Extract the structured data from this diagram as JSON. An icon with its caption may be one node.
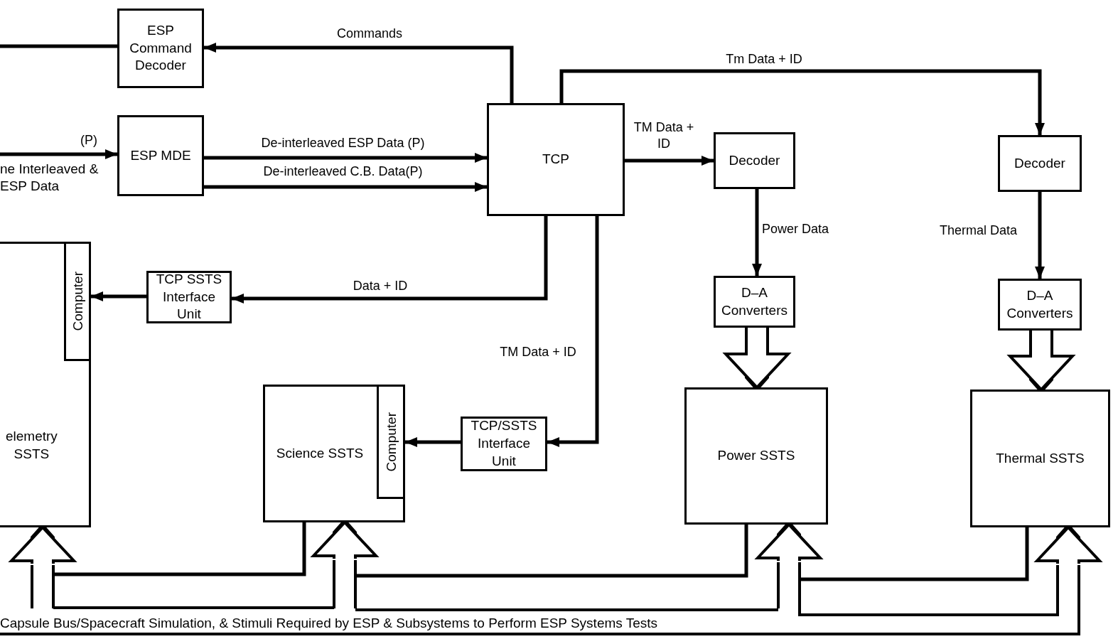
{
  "diagram": {
    "nodes": [
      {
        "text": [
          "ESP Command Decoder"
        ]
      },
      {
        "text": [
          "ESP MDE"
        ]
      },
      {
        "text": [
          "TCP"
        ]
      },
      {
        "text": [
          "Decoder"
        ]
      },
      {
        "text": [
          "Decoder"
        ]
      },
      {
        "text": [
          "elemetry SSTS"
        ]
      },
      {
        "text": [
          "Computer"
        ],
        "in": 5
      },
      {
        "text": [
          "TCP SSTS Interface Unit"
        ]
      },
      {
        "text": [
          "D–A Converters"
        ]
      },
      {
        "text": [
          "D–A Converters"
        ]
      },
      {
        "text": [
          "Science SSTS"
        ]
      },
      {
        "text": [
          "Computer"
        ],
        "in": 10
      },
      {
        "text": [
          "TCP/SSTS Interface Unit"
        ]
      },
      {
        "text": [
          "Power SSTS"
        ]
      },
      {
        "text": [
          "Thermal SSTS"
        ]
      },
      {
        "text": [
          "Capsule Bus/Spacecraft Simulation, & Stimuli Required by ESP & Subsystems to Perform ESP Systems Tests"
        ]
      }
    ],
    "edges": [
      {
        "from": 0,
        "to": null,
        "arrow": "none"
      },
      {
        "from": 2,
        "to": 0,
        "arrow": "to",
        "label": "Commands"
      },
      {
        "from": null,
        "to": 1,
        "arrow": "to",
        "label": "(P)"
      },
      {
        "from": 1,
        "to": 2,
        "arrow": "to",
        "label": "De-interleaved ESP Data (P)"
      },
      {
        "from": 1,
        "to": 2,
        "arrow": "to",
        "label": "De-interleaved C.B. Data(P)"
      },
      {
        "from": 2,
        "to": 3,
        "arrow": "to",
        "label": "TM Data + ID"
      },
      {
        "from": 2,
        "to": 4,
        "arrow": "to",
        "label": "Tm Data + ID"
      },
      {
        "from": 3,
        "to": 8,
        "arrow": "to",
        "label": "Power Data"
      },
      {
        "from": 4,
        "to": 9,
        "arrow": "to",
        "label": "Thermal Data"
      },
      {
        "from": 2,
        "to": 7,
        "arrow": "to",
        "label": "Data + ID"
      },
      {
        "from": 7,
        "to": 6,
        "arrow": "to"
      },
      {
        "from": 2,
        "to": 12,
        "arrow": "to",
        "label": "TM Data + ID"
      },
      {
        "from": 12,
        "to": 11,
        "arrow": "to"
      },
      {
        "from": 8,
        "to": 13,
        "arrow": "to",
        "style": "thick"
      },
      {
        "from": 9,
        "to": 14,
        "arrow": "to",
        "style": "thick"
      },
      {
        "from": 15,
        "to": 5,
        "arrow": "to",
        "style": "thick"
      },
      {
        "from": 15,
        "to": 10,
        "arrow": "to",
        "style": "thick"
      },
      {
        "from": 15,
        "to": 13,
        "arrow": "to",
        "style": "thick"
      },
      {
        "from": 15,
        "to": 14,
        "arrow": "to",
        "style": "thick"
      },
      {
        "from": 10,
        "to": null,
        "arrow": "none"
      },
      {
        "from": 13,
        "to": null,
        "arrow": "none"
      },
      {
        "from": 14,
        "to": null,
        "arrow": "none"
      }
    ],
    "labels": [
      "ne Interleaved & ESP Data"
    ]
  }
}
